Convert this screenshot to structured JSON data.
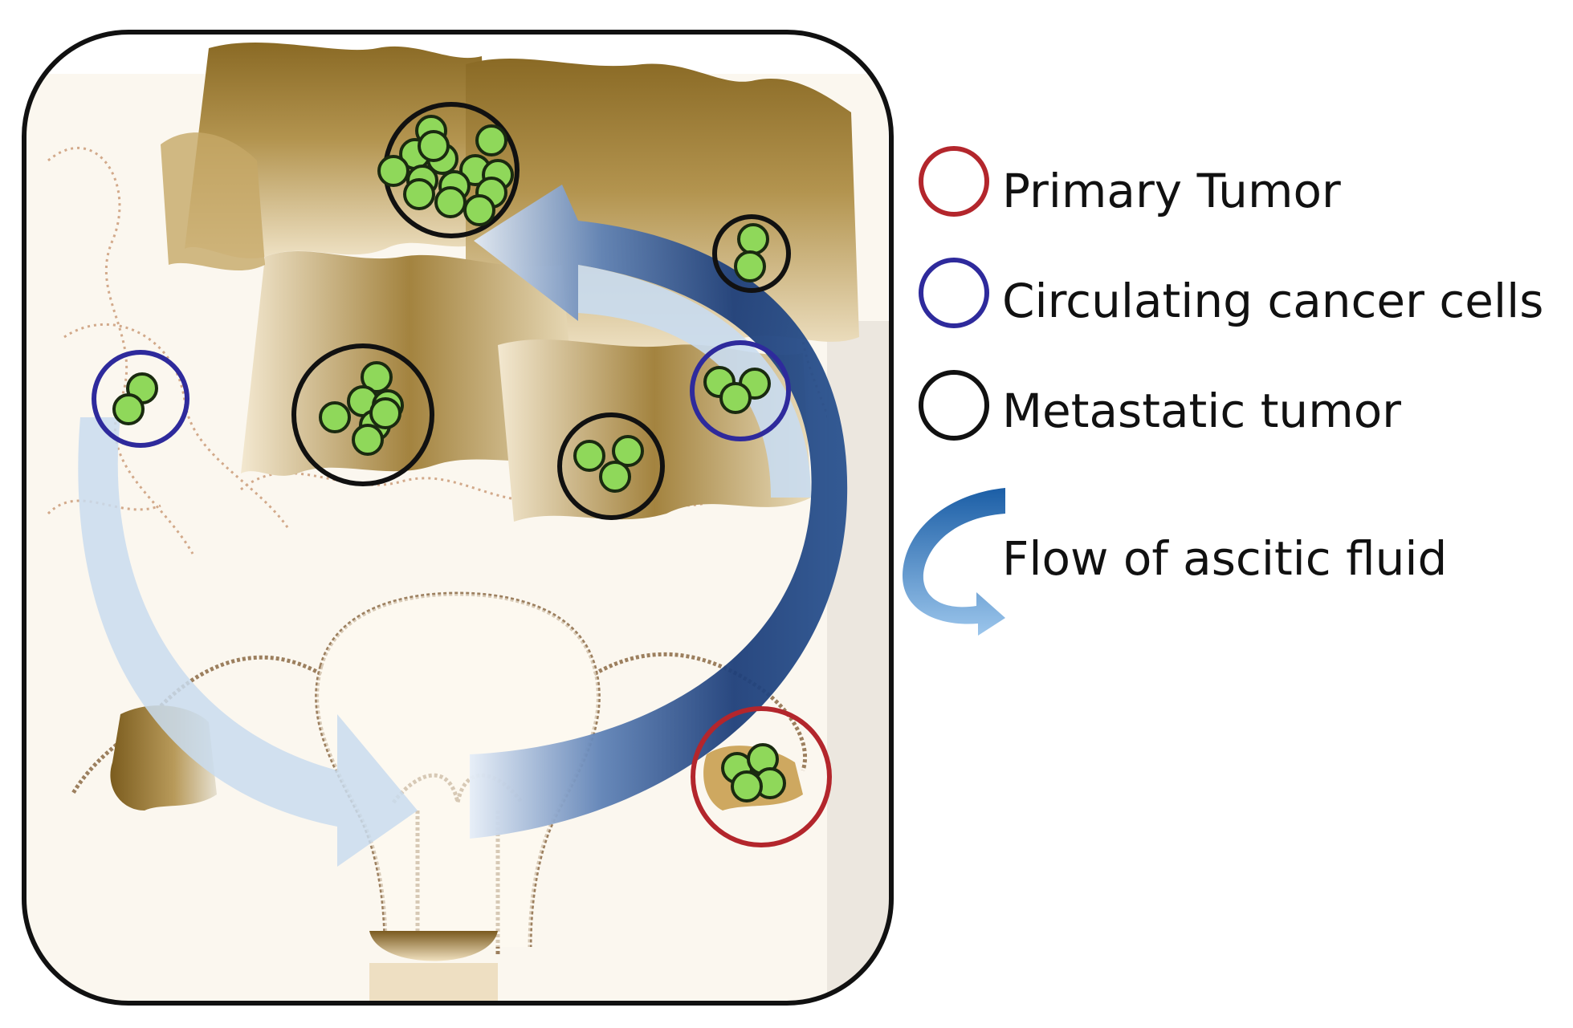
{
  "legend": {
    "items": [
      {
        "kind": "circle",
        "label": "Primary Tumor",
        "color": "#b3262c"
      },
      {
        "kind": "circle",
        "label": "Circulating cancer cells",
        "color": "#2e2a9c"
      },
      {
        "kind": "circle",
        "label": "Metastatic tumor",
        "color": "#111111"
      },
      {
        "kind": "arrow",
        "label": "Flow of ascitic fluid",
        "color": "#1f6db3"
      }
    ]
  },
  "colors": {
    "cell_fill": "#8fd85a",
    "cell_stroke": "#1a2a10",
    "tissue": "#9b7a35",
    "flow_light": "#c9dcef",
    "flow_dark": "#1e3f7a",
    "frame": "#111111"
  },
  "markers": [
    {
      "type": "metastatic",
      "cells": 14
    },
    {
      "type": "metastatic",
      "cells": 2
    },
    {
      "type": "metastatic",
      "cells": 7
    },
    {
      "type": "metastatic",
      "cells": 3
    },
    {
      "type": "circulating",
      "cells": 2
    },
    {
      "type": "circulating",
      "cells": 3
    },
    {
      "type": "primary",
      "cells": 4
    }
  ]
}
